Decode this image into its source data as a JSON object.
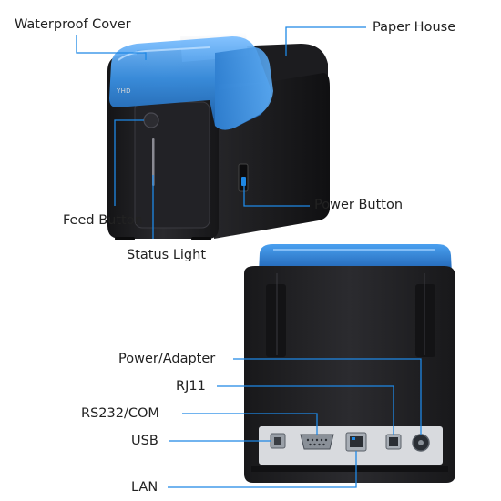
{
  "labels": {
    "waterproof_cover": "Waterproof Cover",
    "paper_house": "Paper House",
    "feed_button": "Feed Button",
    "power_button": "Power Button",
    "status_light": "Status Light",
    "power_adapter": "Power/Adapter",
    "rj11": "RJ11",
    "rs232_com": "RS232/COM",
    "usb": "USB",
    "lan": "LAN"
  },
  "brand_text": "YHD",
  "colors": {
    "callout_line": "#1e88e5",
    "printer_body": "#1f1f22",
    "cover_blue": "#3d8fe0",
    "label_text": "#222222"
  }
}
